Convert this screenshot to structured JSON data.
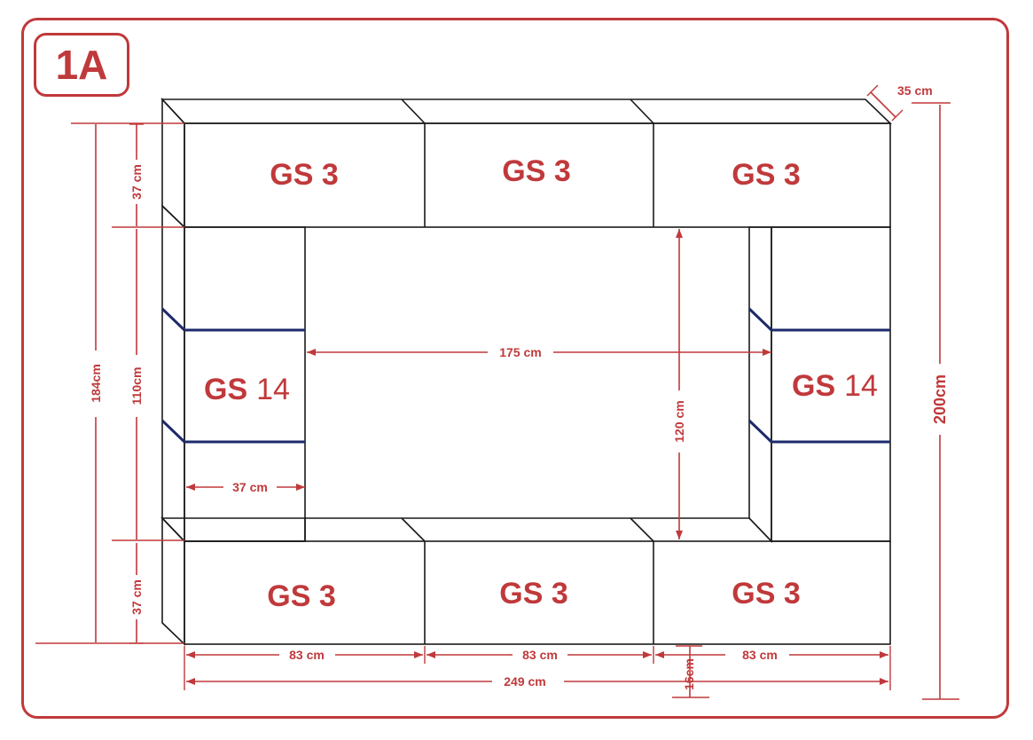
{
  "badge": "1A",
  "modules": {
    "top_left": "GS 3",
    "top_center": "GS 3",
    "top_right": "GS 3",
    "bottom_left": "GS 3",
    "bottom_center": "GS 3",
    "bottom_right": "GS 3",
    "left_tower": {
      "prefix": "GS",
      "number": "14"
    },
    "right_tower": {
      "prefix": "GS",
      "number": "14"
    }
  },
  "dimensions": {
    "depth": "35 cm",
    "total_height": "200cm",
    "left_height": "184cm",
    "top_row_height": "37 cm",
    "middle_height": "110cm",
    "bottom_row_height": "37 cm",
    "opening_width": "175 cm",
    "opening_height": "120 cm",
    "tower_width": "37 cm",
    "module_width_left": "83 cm",
    "module_width_center": "83 cm",
    "module_width_right": "83 cm",
    "total_width": "249 cm",
    "leg_height": "16cm"
  },
  "colors": {
    "accent": "#c0393b",
    "led_strip": "#1d2a6b",
    "outline": "#1a1a1a"
  }
}
